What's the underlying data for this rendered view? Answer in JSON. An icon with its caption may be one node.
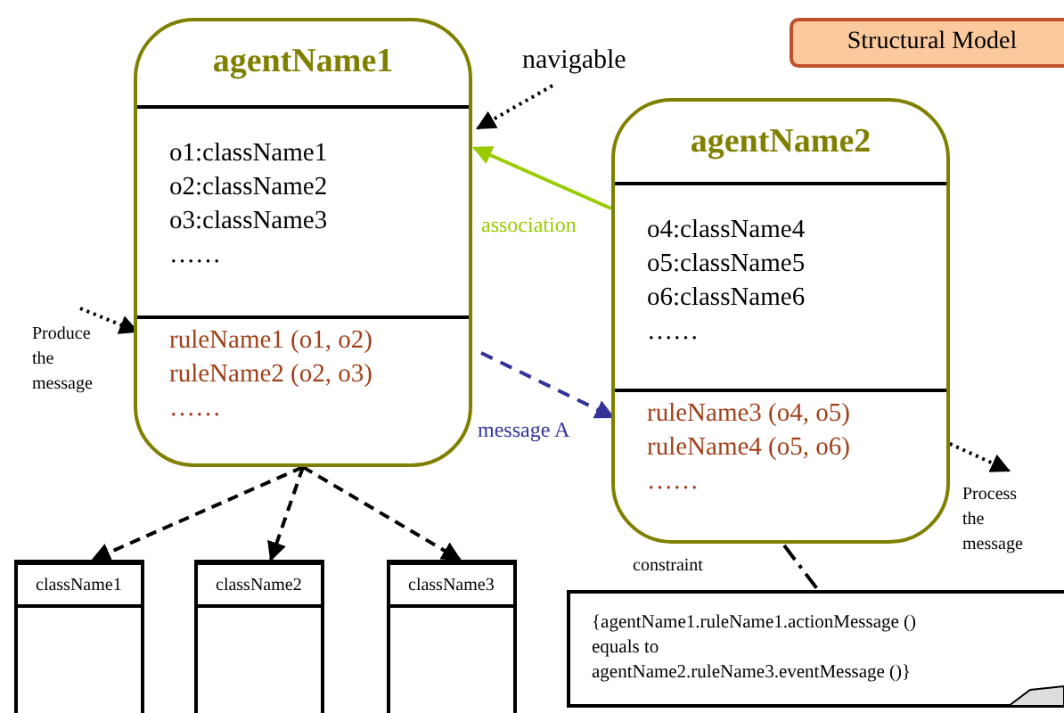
{
  "diagram": {
    "nodes": [
      {
        "text": [
          "agentName1"
        ]
      },
      {
        "text": [
          "o1:className1",
          "o2:className2",
          "o3:className3",
          "……"
        ],
        "in": 0
      },
      {
        "text": [
          "ruleName1 (o1, o2)",
          "ruleName2 (o2, o3)",
          "……"
        ],
        "in": 0
      },
      {
        "text": [
          "agentName2"
        ]
      },
      {
        "text": [
          "o4:className4",
          "o5:className5",
          "o6:className6",
          "……"
        ],
        "in": 3
      },
      {
        "text": [
          "ruleName3 (o4, o5)",
          "ruleName4 (o5, o6)",
          "……"
        ],
        "in": 3
      },
      {
        "text": [
          "className1"
        ]
      },
      {
        "text": [
          "className2"
        ]
      },
      {
        "text": [
          "className3"
        ]
      },
      {
        "text": [
          "{agentName1.ruleName1.actionMessage () equals to agentName2.ruleName3.eventMessage ()}"
        ]
      },
      {
        "text": [
          "navigable"
        ]
      },
      {
        "text": [
          "Produce the message"
        ]
      },
      {
        "text": [
          "Process the message"
        ]
      },
      {
        "text": [
          "Structural Model"
        ]
      }
    ],
    "edges": [
      {
        "from": 4,
        "to": 1,
        "arrow": "to",
        "label": "association",
        "color": "#99cc00"
      },
      {
        "from": 10,
        "to": 1,
        "arrow": "to",
        "style": "dashed"
      },
      {
        "from": 11,
        "to": 2,
        "arrow": "to",
        "style": "dashed"
      },
      {
        "from": 2,
        "to": 5,
        "arrow": "to",
        "label": "message A",
        "style": "dashed",
        "color": "#333399"
      },
      {
        "from": 5,
        "to": 12,
        "arrow": "to",
        "style": "dashed"
      },
      {
        "from": 0,
        "to": 6,
        "arrow": "to",
        "style": "dashed"
      },
      {
        "from": 0,
        "to": 7,
        "arrow": "to",
        "style": "dashed"
      },
      {
        "from": 0,
        "to": 8,
        "arrow": "to",
        "style": "dashed"
      },
      {
        "from": 3,
        "to": 9,
        "arrow": "none",
        "label": "constraint",
        "style": "dashed"
      }
    ]
  }
}
